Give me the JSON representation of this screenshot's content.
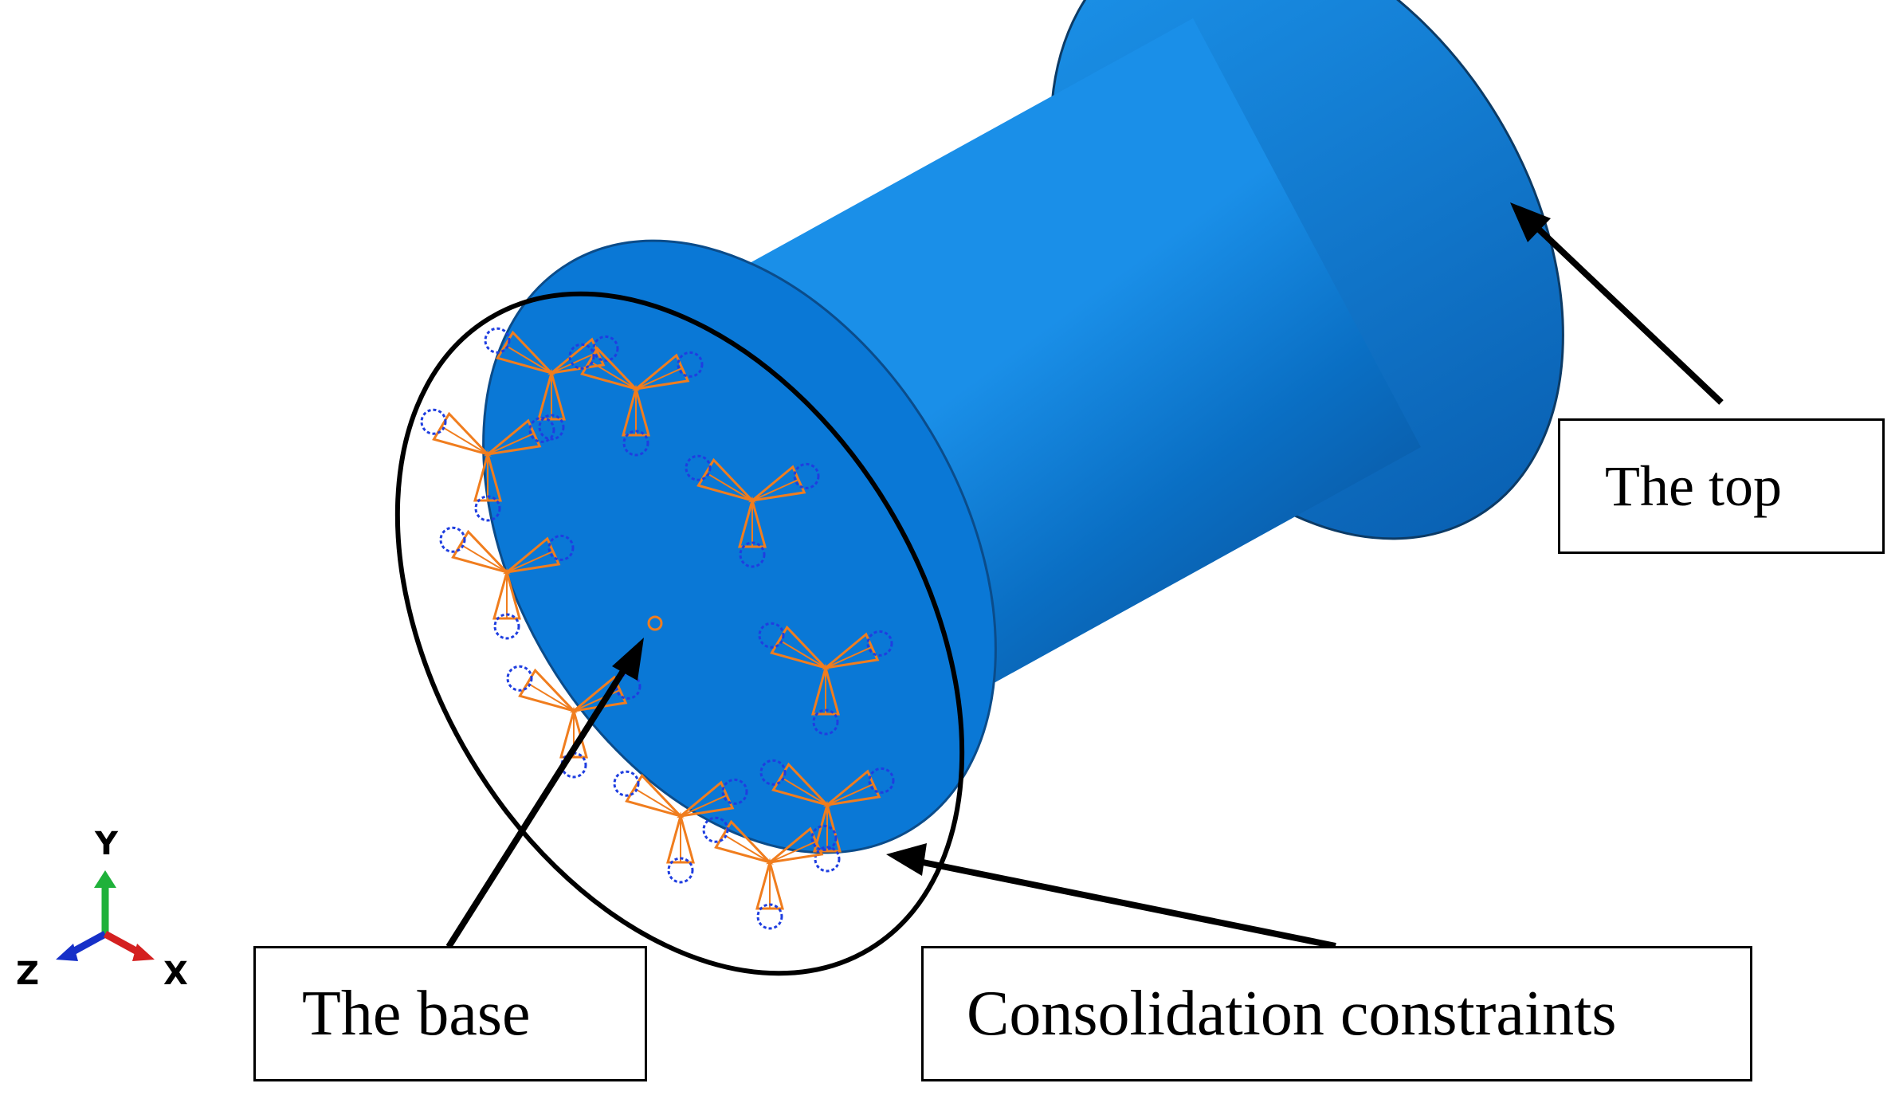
{
  "labels": {
    "top": "The top",
    "base": "The base",
    "constraints": "Consolidation constraints"
  },
  "triad": {
    "y": "Y",
    "z": "Z",
    "x": "X"
  },
  "colors": {
    "cylinder": "#0a78d6",
    "constraint_orange": "#f07d1e",
    "constraint_blue": "#1f3ee0",
    "axis_y": "#1fb13a",
    "axis_z": "#1630c8",
    "axis_x": "#d42020"
  }
}
